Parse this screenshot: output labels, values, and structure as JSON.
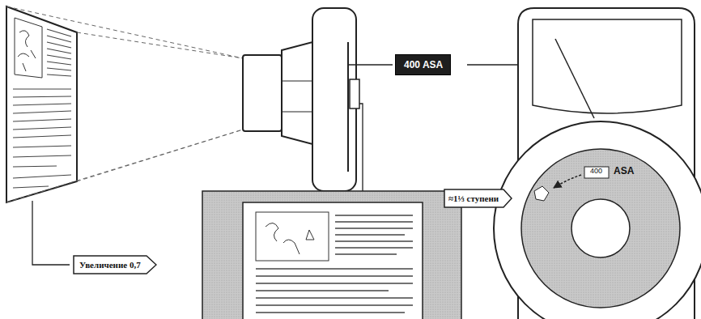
{
  "diagram": {
    "nodes": [
      {
        "text": [
          "400 ASA"
        ]
      },
      {
        "text": [
          "Увеличение 0,7"
        ]
      },
      {
        "text": [
          "≈1⅓ ступени"
        ]
      }
    ],
    "labels": [
      "400",
      "ASA"
    ]
  }
}
